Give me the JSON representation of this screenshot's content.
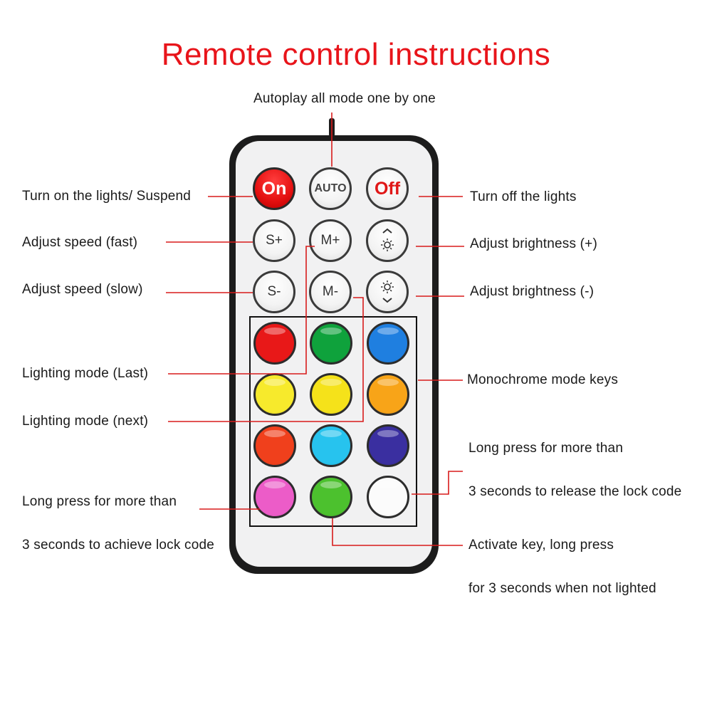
{
  "title": "Remote control instructions",
  "labels": {
    "autoplay": "Autoplay all mode one by one",
    "turn_on": "Turn on the lights/ Suspend",
    "speed_fast": "Adjust speed (fast)",
    "speed_slow": "Adjust speed (slow)",
    "mode_last": "Lighting mode (Last)",
    "mode_next": "Lighting mode (next)",
    "lock_line1": "Long press for more than",
    "lock_line2": "3 seconds to achieve lock code",
    "turn_off": "Turn off the lights",
    "bright_up": "Adjust brightness (+)",
    "bright_down": "Adjust brightness (-)",
    "mono_keys": "Monochrome mode keys",
    "release_line1": "Long press for more than",
    "release_line2": "3 seconds to release the lock code",
    "activate_line1": "Activate key, long press",
    "activate_line2": "for 3 seconds when not lighted"
  },
  "buttons": {
    "on": "On",
    "auto": "AUTO",
    "off": "Off",
    "speed_up": "S+",
    "mode_up": "M+",
    "speed_down": "S-",
    "mode_down": "M-",
    "brightness_up_icon": "sun-up-icon",
    "brightness_down_icon": "sun-down-icon"
  },
  "color_keys": [
    {
      "name": "red",
      "color": "#e81818"
    },
    {
      "name": "green",
      "color": "#0fa23c"
    },
    {
      "name": "blue",
      "color": "#1f7fe0"
    },
    {
      "name": "yellow-light",
      "color": "#f7ea2c"
    },
    {
      "name": "yellow",
      "color": "#f5e21a"
    },
    {
      "name": "orange",
      "color": "#f8a418"
    },
    {
      "name": "red-orange",
      "color": "#f0401c"
    },
    {
      "name": "cyan",
      "color": "#27c3ee"
    },
    {
      "name": "purple",
      "color": "#3a2fa0"
    },
    {
      "name": "pink",
      "color": "#ec5cc8"
    },
    {
      "name": "lime-green",
      "color": "#4cc12e"
    },
    {
      "name": "white",
      "color": "#fbfbfb"
    }
  ],
  "colors": {
    "title": "#e8141a",
    "leader_lines": "#d81b1b"
  }
}
